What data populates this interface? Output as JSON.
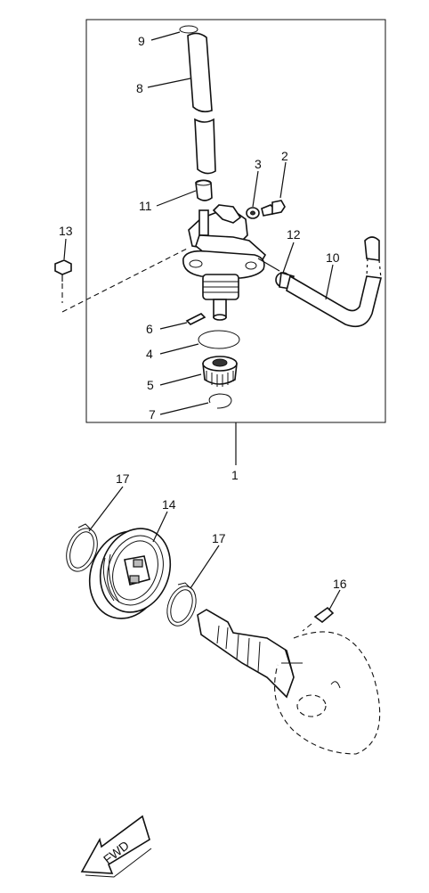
{
  "callouts": {
    "c1": "1",
    "c2": "2",
    "c3": "3",
    "c4": "4",
    "c5": "5",
    "c6": "6",
    "c7": "7",
    "c8": "8",
    "c9": "9",
    "c10": "10",
    "c11": "11",
    "c12": "12",
    "c13": "13",
    "c14": "14",
    "c16": "16",
    "c17a": "17",
    "c17b": "17"
  },
  "arrow_label": "FWD",
  "colors": {
    "line": "#111111",
    "background": "#ffffff",
    "shade": "#bbbbbb"
  }
}
